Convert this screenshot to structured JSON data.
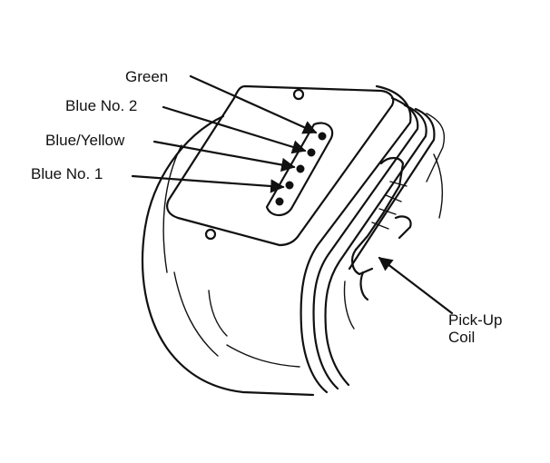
{
  "labels": {
    "green": "Green",
    "blue_no_2": "Blue No. 2",
    "blue_yellow": "Blue/Yellow",
    "blue_no_1": "Blue No. 1",
    "pickup_line1": "Pick-Up",
    "pickup_line2": "Coil"
  }
}
